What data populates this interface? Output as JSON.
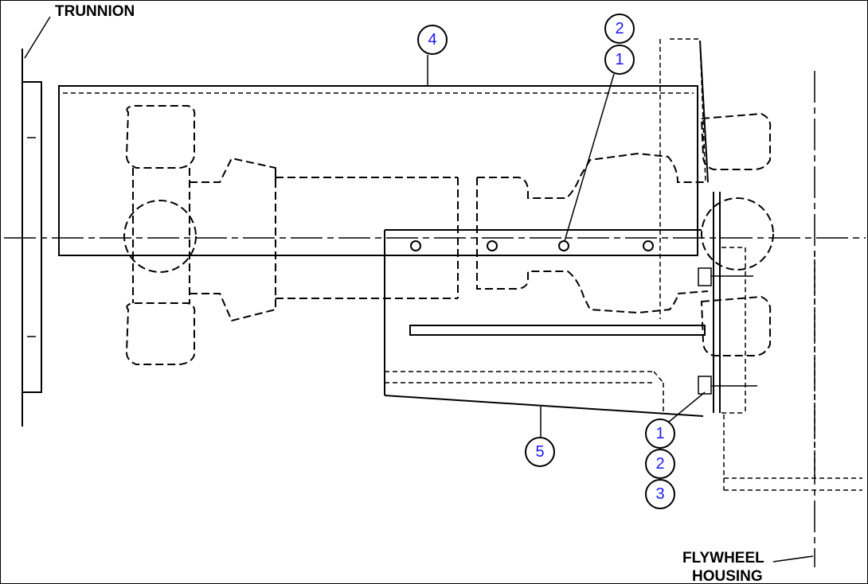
{
  "labels": {
    "trunnion": "TRUNNION",
    "flywheel_line1": "FLYWHEEL",
    "flywheel_line2": "HOUSING"
  },
  "callouts": {
    "c4": "4",
    "c2_top": "2",
    "c1_top": "1",
    "c5": "5",
    "c1_bottom": "1",
    "c2_bottom": "2",
    "c3_bottom": "3"
  },
  "colors": {
    "callout_number": "#1a1aff",
    "line": "#000000"
  }
}
